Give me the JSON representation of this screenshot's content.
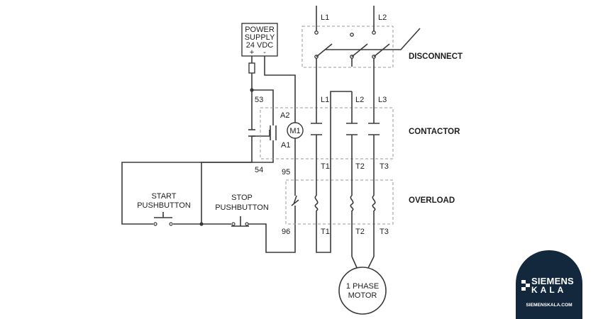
{
  "power_supply": {
    "line1": "POWER",
    "line2": "SUPPLY",
    "line3": "24  VDC",
    "plus": "+",
    "minus": "-"
  },
  "lines": {
    "l1": "L1",
    "l2": "L2",
    "l3": "L3"
  },
  "terminals": {
    "t1": "T1",
    "t2": "T2",
    "t3": "T3"
  },
  "contact_labels": {
    "c53": "53",
    "c54": "54",
    "c95": "95",
    "c96": "96",
    "a2": "A2",
    "a1": "A1",
    "coil": "M1"
  },
  "sections": {
    "disconnect": "DISCONNECT",
    "contactor": "CONTACTOR",
    "overload": "OVERLOAD"
  },
  "pushbuttons": {
    "start_line1": "START",
    "start_line2": "PUSHBUTTON",
    "stop_line1": "STOP",
    "stop_line2": "PUSHBUTTON"
  },
  "motor": {
    "line1": "1 PHASE",
    "line2": "MOTOR"
  },
  "watermark": {
    "brand_top": "SIEMENS",
    "brand_bottom": "KALA",
    "url": "SIEMENSKALA.COM"
  },
  "colors": {
    "wire": "#3a3a3a",
    "dashed_box": "#9a9a9a",
    "logo_bg": "#14283d"
  }
}
